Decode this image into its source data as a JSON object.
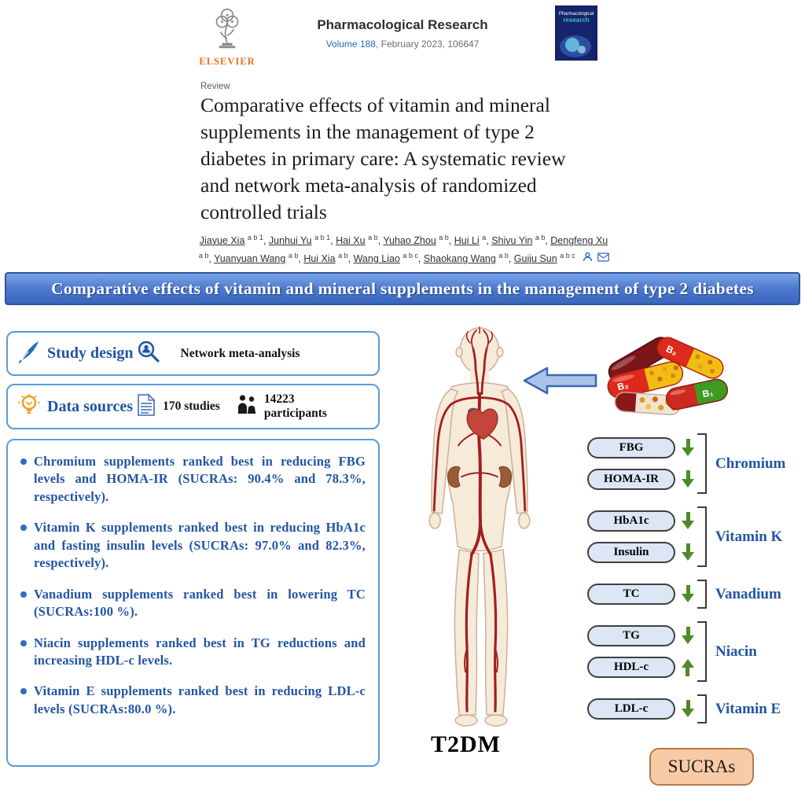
{
  "journal": {
    "publisher": "ELSEVIER",
    "name": "Pharmacological Research",
    "volume_link": "Volume 188",
    "volume_rest": ", February 2023, 106647",
    "cover": {
      "line1": "Pharmacological",
      "line2": "research"
    }
  },
  "article": {
    "type_label": "Review",
    "title": "Comparative effects of vitamin and mineral supplements in the management of type 2 diabetes in primary care: A systematic review and network meta-analysis of randomized controlled trials",
    "authors": [
      {
        "name": "Jiayue Xia",
        "sup": "a b 1"
      },
      {
        "name": "Junhui Yu",
        "sup": "a b 1"
      },
      {
        "name": "Hai Xu",
        "sup": "a b"
      },
      {
        "name": "Yuhao Zhou",
        "sup": "a b"
      },
      {
        "name": "Hui Li",
        "sup": "a"
      },
      {
        "name": "Shiyu Yin",
        "sup": "a b"
      },
      {
        "name": "Dengfeng Xu",
        "sup": "a b"
      },
      {
        "name": "Yuanyuan Wang",
        "sup": "a b"
      },
      {
        "name": "Hui Xia",
        "sup": "a b"
      },
      {
        "name": "Wang Liao",
        "sup": "a b c"
      },
      {
        "name": "Shaokang Wang",
        "sup": "a b"
      },
      {
        "name": "Guiju Sun",
        "sup": "a b c"
      }
    ]
  },
  "abstract": {
    "banner": "Comparative effects of vitamin and mineral supplements in the management of type 2 diabetes",
    "study_design": {
      "label": "Study design",
      "value": "Network meta-analysis"
    },
    "data_sources": {
      "label": "Data sources",
      "studies": "170 studies",
      "participants": "14223 participants"
    },
    "findings": [
      "Chromium supplements ranked best in reducing FBG levels and HOMA-IR (SUCRAs: 90.4% and 78.3%, respectively).",
      "Vitamin K supplements ranked best in reducing HbA1c and fasting insulin levels (SUCRAs: 97.0% and 82.3%, respectively).",
      "Vanadium supplements ranked best in lowering TC (SUCRAs:100 %).",
      "Niacin supplements ranked best in TG reductions and increasing HDL-c levels.",
      "Vitamin E supplements ranked best in reducing LDL-c levels (SUCRAs:80.0 %)."
    ],
    "body_label": "T2DM",
    "pills": {
      "labels": [
        "B₂",
        "B₂",
        "B₁"
      ]
    },
    "outcomes": [
      {
        "supplement": "Chromium",
        "markers": [
          {
            "label": "FBG",
            "direction": "down"
          },
          {
            "label": "HOMA-IR",
            "direction": "down"
          }
        ]
      },
      {
        "supplement": "Vitamin K",
        "markers": [
          {
            "label": "HbA1c",
            "direction": "down"
          },
          {
            "label": "Insulin",
            "direction": "down"
          }
        ]
      },
      {
        "supplement": "Vanadium",
        "markers": [
          {
            "label": "TC",
            "direction": "down"
          }
        ]
      },
      {
        "supplement": "Niacin",
        "markers": [
          {
            "label": "TG",
            "direction": "down"
          },
          {
            "label": "HDL-c",
            "direction": "up"
          }
        ]
      },
      {
        "supplement": "Vitamin E",
        "markers": [
          {
            "label": "LDL-c",
            "direction": "down"
          }
        ]
      }
    ],
    "sucras_label": "SUCRAs"
  },
  "colors": {
    "accent_blue": "#2155a3",
    "box_border": "#5b9bd5",
    "banner_border": "#2f5597",
    "arrow_green": "#4f8a28",
    "badge_fill": "#dce6f4",
    "sucras_fill": "#f8cba6",
    "sucras_border": "#b5794b",
    "elsevier_orange": "#e9711c",
    "link_blue": "#1a6fc4"
  },
  "icons": {
    "quill-pen-icon": "svg-feather",
    "magnifier-person-icon": "svg-magnifier-with-person",
    "lightbulb-icon": "svg-orange-bulb",
    "document-icon": "svg-document-lines",
    "people-icon": "svg-two-persons",
    "person-icon": "svg-person-outline",
    "envelope-icon": "svg-envelope",
    "down-arrow-icon": "css-green-arrow-down",
    "up-arrow-icon": "css-green-arrow-up",
    "left-arrow-icon": "svg-block-arrow-left"
  }
}
